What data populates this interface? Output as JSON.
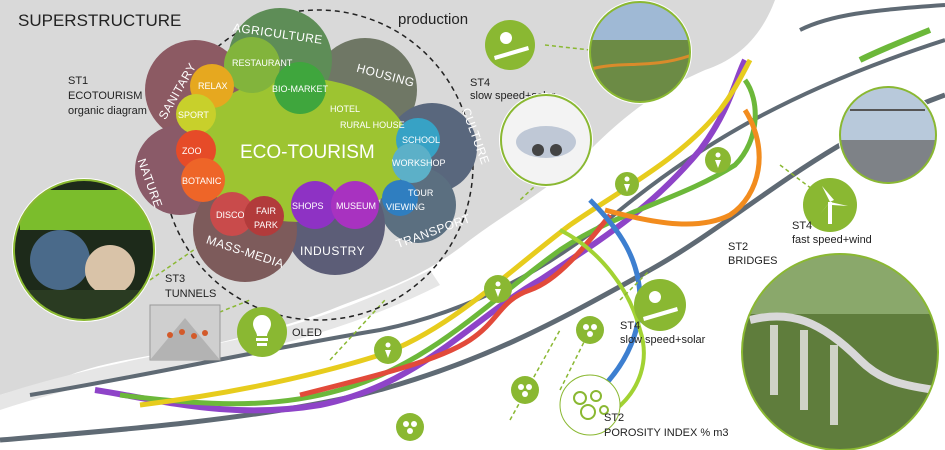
{
  "title": "SUPERSTRUCTURE",
  "production_label": "production",
  "st1": {
    "line1": "ST1",
    "line2": "ECOTOURISM",
    "line3": "organic diagram"
  },
  "center_label": "ECO-TOURISM",
  "categories": {
    "agriculture": "AGRICULTURE",
    "housing": "HOUSING",
    "sanitary": "SANITARY",
    "culture": "CULTURE",
    "nature": "NATURE",
    "transport": "TRANSPORT",
    "mass_media": "MASS-MEDIA",
    "industry": "INDUSTRY"
  },
  "subs": {
    "restaurant": "RESTAURANT",
    "bio_market": "BIO-MARKET",
    "relax": "RELAX",
    "sport": "SPORT",
    "hotel": "HOTEL",
    "rural_house": "RURAL HOUSE",
    "school": "SCHOOL",
    "workshop": "WORKSHOP",
    "zoo": "ZOO",
    "botanic": "BOTANIC",
    "tour": "TOUR",
    "viewing": "VIEWING",
    "disco": "DISCO",
    "fair": "FAIR",
    "park": "PARK",
    "shops": "SHOPS",
    "museum": "MUSEUM"
  },
  "st3": {
    "line1": "ST3",
    "line2": "TUNNELS"
  },
  "oled": "OLED",
  "st4_top": {
    "line1": "ST4",
    "line2": "slow speed+solar"
  },
  "st4_right": {
    "line1": "ST4",
    "line2": "fast speed+wind"
  },
  "st2_bridges": {
    "line1": "ST2",
    "line2": "BRIDGES"
  },
  "st4_mid": {
    "line1": "ST4",
    "line2": "slow speed+solar"
  },
  "st2_porosity": {
    "line1": "ST2",
    "line2": "POROSITY INDEX % m3"
  },
  "colors": {
    "land": "#d9d9d9",
    "accent_green": "#8ab832",
    "road": "#5f6a74",
    "eco_center": "#9dc431"
  }
}
